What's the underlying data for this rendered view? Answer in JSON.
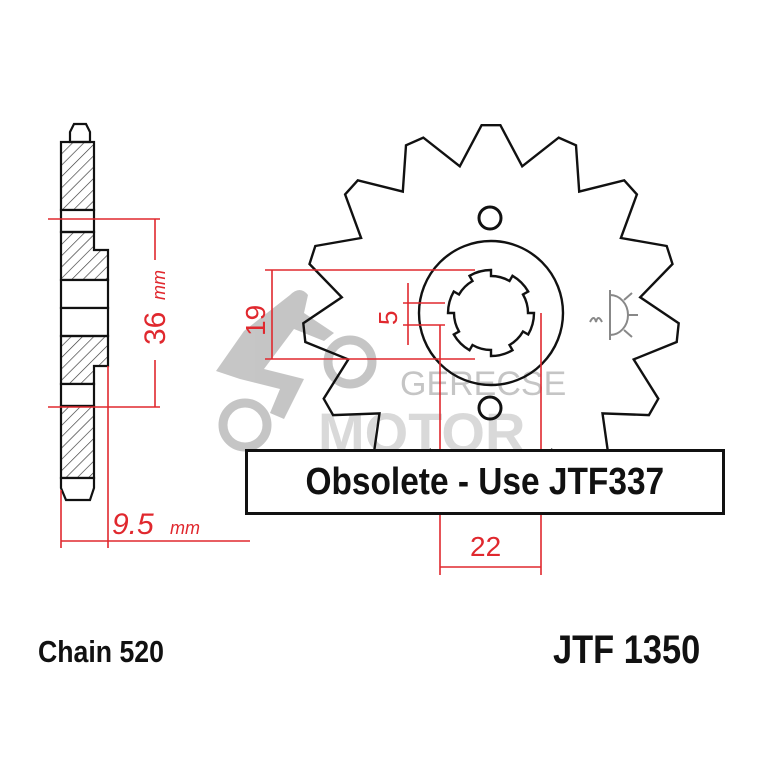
{
  "drawing": {
    "title": "Sprocket technical drawing",
    "chain_label": "Chain 520",
    "part_number": "JTF 1350",
    "notice": "Obsolete - Use JTF337",
    "watermark": {
      "line1": "GERECSE",
      "line2": "MOTOR"
    },
    "dimensions": {
      "height_36": "36",
      "height_36_unit": "mm",
      "width_9_5": "9.5",
      "width_9_5_unit": "mm",
      "dim_19": "19",
      "dim_5": "5",
      "dim_22": "22"
    },
    "colors": {
      "dimension": "#e0282e",
      "outline": "#111111",
      "watermark": "#b5b5b5"
    },
    "teeth_count": 15
  }
}
